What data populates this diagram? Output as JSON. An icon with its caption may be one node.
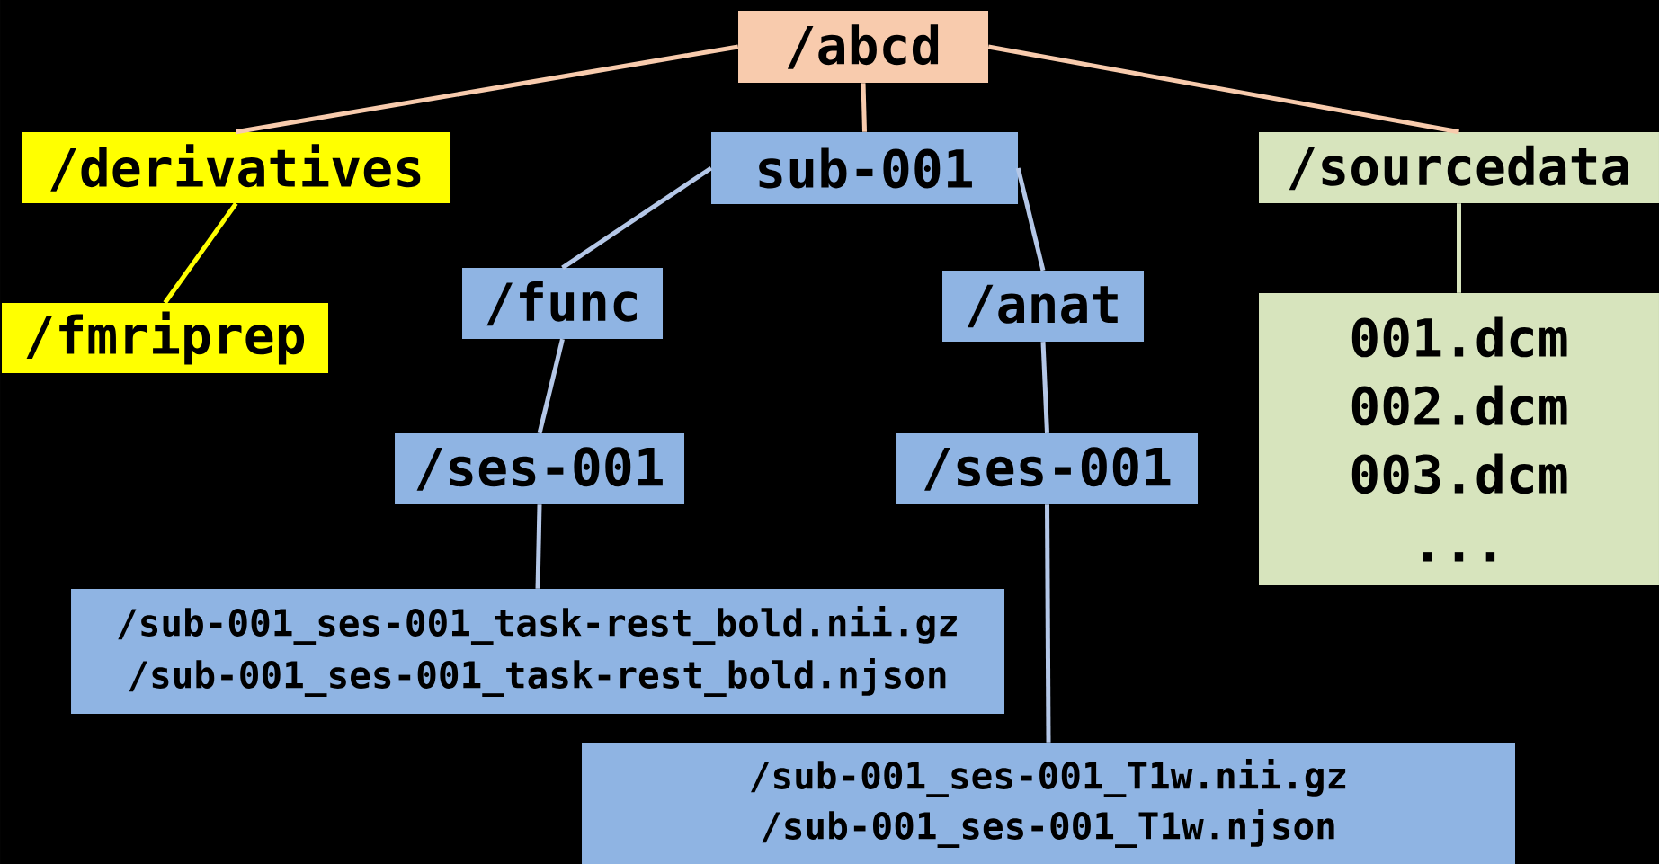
{
  "diagram": {
    "nodes": [
      {
        "text": [
          "/abcd"
        ]
      },
      {
        "text": [
          "/derivatives"
        ]
      },
      {
        "text": [
          "sub-001"
        ]
      },
      {
        "text": [
          "/sourcedata"
        ]
      },
      {
        "text": [
          "/fmriprep"
        ]
      },
      {
        "text": [
          "/func"
        ]
      },
      {
        "text": [
          "/anat"
        ]
      },
      {
        "text": [
          "/ses-001"
        ]
      },
      {
        "text": [
          "/ses-001"
        ]
      },
      {
        "text": [
          "/sub-001_ses-001_task-rest_bold.nii.gz",
          "/sub-001_ses-001_task-rest_bold.njson"
        ]
      },
      {
        "text": [
          "/sub-001_ses-001_T1w.nii.gz",
          "/sub-001_ses-001_T1w.njson"
        ]
      },
      {
        "text": [
          "001.dcm",
          "002.dcm",
          "003.dcm",
          "..."
        ]
      }
    ],
    "edges": [
      {
        "from": 0,
        "to": 1,
        "arrow": "none",
        "color": "#f8cbad"
      },
      {
        "from": 0,
        "to": 2,
        "arrow": "none",
        "color": "#f8cbad"
      },
      {
        "from": 0,
        "to": 3,
        "arrow": "none",
        "color": "#f8cbad"
      },
      {
        "from": 1,
        "to": 4,
        "arrow": "none",
        "color": "#ffff00"
      },
      {
        "from": 2,
        "to": 5,
        "arrow": "none"
      },
      {
        "from": 2,
        "to": 6,
        "arrow": "none"
      },
      {
        "from": 5,
        "to": 7,
        "arrow": "none"
      },
      {
        "from": 6,
        "to": 8,
        "arrow": "none"
      },
      {
        "from": 7,
        "to": 9,
        "arrow": "none"
      },
      {
        "from": 8,
        "to": 10,
        "arrow": "none"
      },
      {
        "from": 3,
        "to": 11,
        "arrow": "none",
        "color": "#d7e4bd"
      }
    ]
  }
}
